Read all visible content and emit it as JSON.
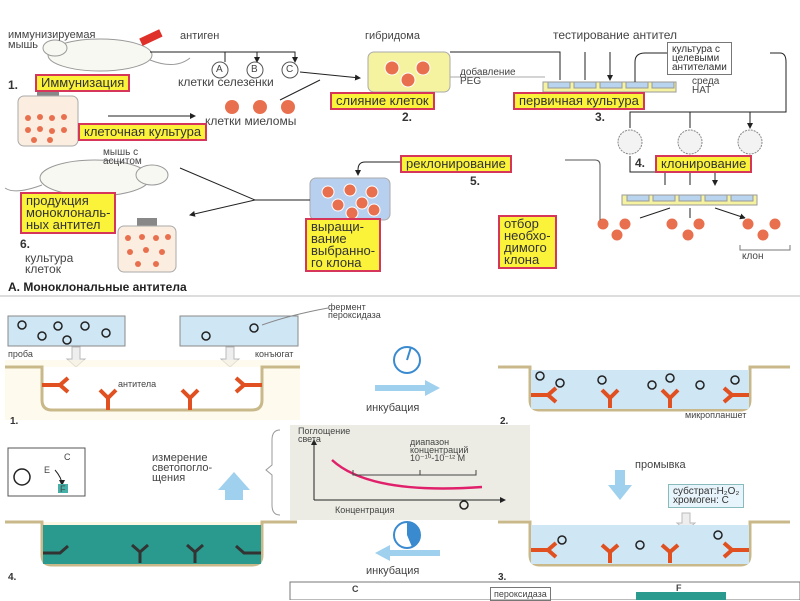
{
  "section_a": {
    "title": "А. Моноклональные антитела",
    "immunized_mouse": "иммунизируемая\nмышь",
    "antigen": "антиген",
    "spleen_cells": "клетки селезенки",
    "cell_labels": [
      "A",
      "B",
      "C"
    ],
    "step1": "1.",
    "step1_label": "Иммунизация",
    "myeloma_cells": "клетки миеломы",
    "cell_culture": "клеточная культура",
    "hybridoma": "гибридома",
    "add_peg": "добавление\nPEG",
    "step2": "2.",
    "step2_label": "слияние клеток",
    "antibody_testing": "тестирование антител",
    "target_culture": "культура с\nцелевыми\nантителами",
    "hat_medium": "среда\nНАТ",
    "step3": "3.",
    "step3_label": "первичная культура",
    "step4": "4.",
    "step4_label": "клонирование",
    "clone": "клон",
    "select_clone": "отбор\nнеобхо-\nдимого\nклона",
    "step5": "5.",
    "step5_label": "реклонирование",
    "grow_clone": "выращи-\nвание\nвыбранно-\nго клона",
    "ascites_mouse": "мышь с\nасцитом",
    "step6": "6.",
    "step6_label": "продукция\nмоноклональ-\nных антител",
    "cell_culture2": "культура\nклеток"
  },
  "section_b": {
    "sample": "проба",
    "conjugate": "конъюгат",
    "peroxidase_enzyme": "фермент\nпероксидаза",
    "antibodies": "антитела",
    "incubation": "инкубация",
    "microplate": "микропланшет",
    "step1": "1.",
    "step2": "2.",
    "step3": "3.",
    "step4": "4.",
    "measure": "измерение\nсветопогло-\nщения",
    "wash": "промывка",
    "substrate": "субстрат:H₂O₂\nхромоген: C",
    "reaction": {
      "c": "C",
      "e": "E",
      "f": "F"
    },
    "graph": {
      "ylabel": "Поглощение\nсвета",
      "xlabel": "Концентрация",
      "range": "диапазон\nконцентраций\n10⁻¹⁰-10⁻¹² М"
    },
    "legend": {
      "c": "C",
      "peroxidase": "пероксидаза",
      "f": "F"
    }
  },
  "colors": {
    "label_fill": "#fbf23a",
    "label_border": "#d6365a",
    "cell": "#e8704f",
    "medium": "#cfe6f5",
    "teal": "#2a9a8e",
    "curve": "#e0206a"
  }
}
